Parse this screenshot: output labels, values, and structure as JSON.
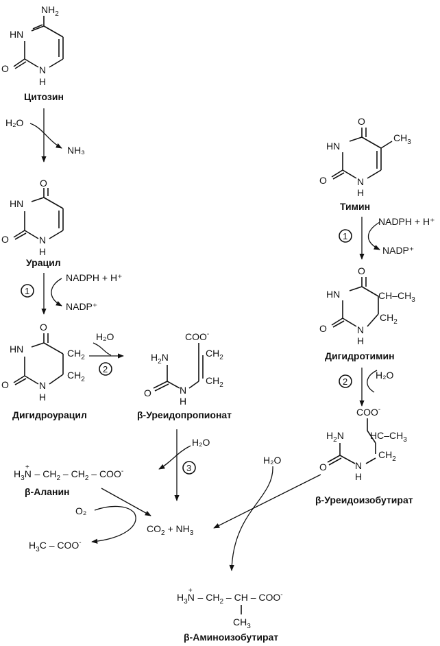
{
  "compounds": {
    "cytosine": "Цитозин",
    "uracil": "Урацил",
    "dihydrouracil": "Дигидроурацил",
    "ureidopropionate": "β-Уреидопропионат",
    "beta_alanine": "β-Аланин",
    "thymine": "Тимин",
    "dihydrothymine": "Дигидротимин",
    "ureidoisobutyrate": "β-Уреидоизобутират",
    "aminoisobutyrate": "β-Аминоизобутират"
  },
  "reagents": {
    "h2o": "H₂O",
    "nh3": "NH₃",
    "nadph": "NADPH + H⁺",
    "nadp": "NADP⁺",
    "o2": "O₂",
    "co2_nh3": "CO₂  +  NH₃"
  },
  "formulas": {
    "beta_alanine": "H₃N⁺– CH₂– CH₂– COO⁻",
    "acetate": "H₃C – COO⁻",
    "aminoisobutyrate": "H₃N⁺– CH₂– CH – COO⁻",
    "methyl": "CH₃"
  },
  "enzymes": {
    "e1": "1",
    "e2": "2",
    "e3": "3"
  }
}
